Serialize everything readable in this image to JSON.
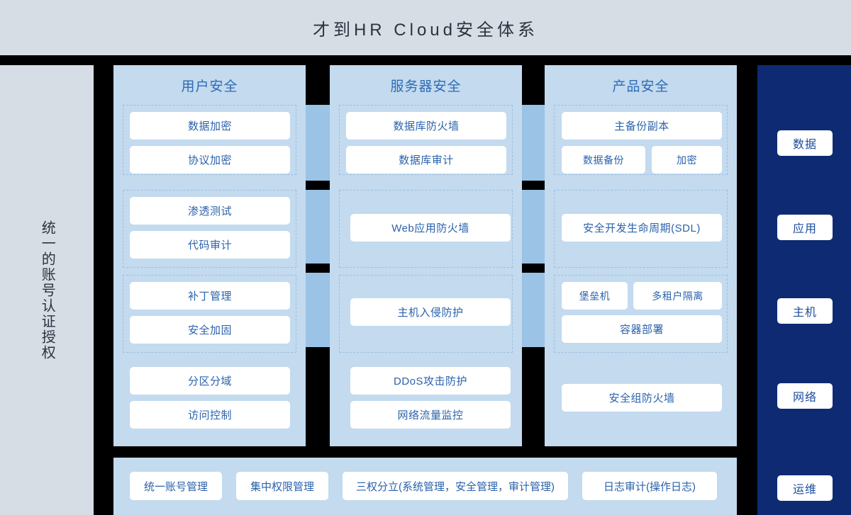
{
  "header": {
    "title": "才到HR Cloud安全体系"
  },
  "left_rail": {
    "label": "统一的账号认证授权"
  },
  "right_rail": {
    "background_color": "#0e2a73",
    "items": [
      {
        "label": "数据"
      },
      {
        "label": "应用"
      },
      {
        "label": "主机"
      },
      {
        "label": "网络"
      },
      {
        "label": "运维"
      }
    ]
  },
  "columns": [
    {
      "title": "用户安全",
      "rows": [
        {
          "banded": true,
          "cards": [
            {
              "label": "数据加密"
            },
            {
              "label": "协议加密"
            }
          ]
        },
        {
          "banded": true,
          "cards": [
            {
              "label": "渗透测试"
            },
            {
              "label": "代码审计"
            }
          ]
        },
        {
          "banded": true,
          "cards": [
            {
              "label": "补丁管理"
            },
            {
              "label": "安全加固"
            }
          ]
        },
        {
          "banded": false,
          "cards": [
            {
              "label": "分区分域"
            },
            {
              "label": "访问控制"
            }
          ]
        }
      ]
    },
    {
      "title": "服务器安全",
      "rows": [
        {
          "banded": true,
          "cards": [
            {
              "label": "数据库防火墙"
            },
            {
              "label": "数据库审计"
            }
          ]
        },
        {
          "banded": true,
          "cards": [
            {
              "label": "Web应用防火墙"
            }
          ]
        },
        {
          "banded": true,
          "cards": [
            {
              "label": "主机入侵防护"
            }
          ]
        },
        {
          "banded": false,
          "cards": [
            {
              "label": "DDoS攻击防护"
            },
            {
              "label": "网络流量监控"
            }
          ]
        }
      ]
    },
    {
      "title": "产品安全",
      "rows": [
        {
          "banded": true,
          "cards": [
            {
              "label": "主备份副本"
            },
            {
              "label": "数据备份"
            },
            {
              "label": "加密"
            }
          ]
        },
        {
          "banded": true,
          "cards": [
            {
              "label": "安全开发生命周期(SDL)"
            }
          ]
        },
        {
          "banded": true,
          "cards": [
            {
              "label": "堡垒机"
            },
            {
              "label": "多租户隔离"
            },
            {
              "label": "容器部署"
            }
          ]
        },
        {
          "banded": false,
          "cards": [
            {
              "label": "安全组防火墙"
            }
          ]
        }
      ]
    }
  ],
  "bottom_bar": {
    "items": [
      {
        "label": "统一账号管理"
      },
      {
        "label": "集中权限管理"
      },
      {
        "label": "三权分立(系统管理，安全管理，审计管理)"
      },
      {
        "label": "日志审计(操作日志)"
      }
    ]
  },
  "colors": {
    "header_bg": "#d6dde5",
    "column_bg": "#c3daef",
    "connector": "#9ac3e6",
    "card_text": "#2a62ab",
    "title_text": "#2e6bb5",
    "rail_bg": "#0e2a73",
    "gap": "#000000"
  }
}
